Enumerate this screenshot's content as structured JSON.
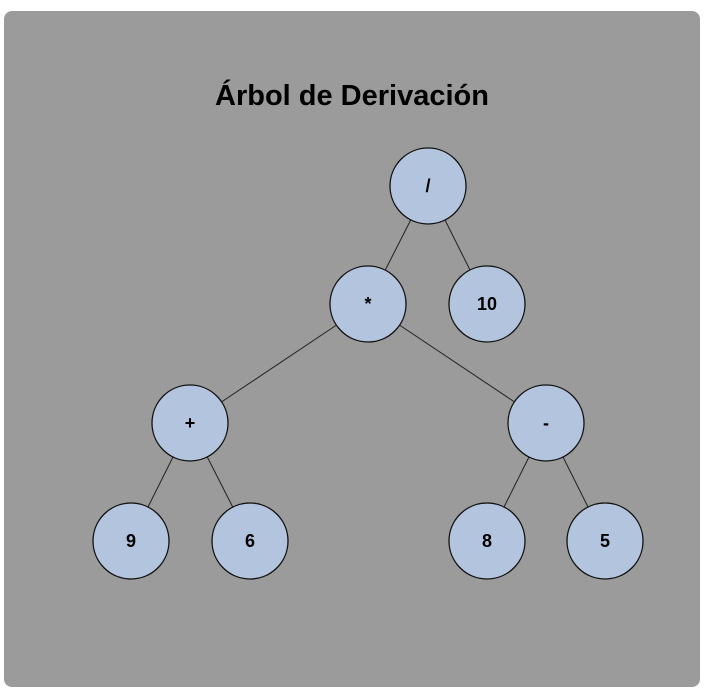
{
  "title": "Árbol de Derivación",
  "colors": {
    "panel": "#9b9b9b",
    "node_fill": "#b3c5de",
    "node_stroke": "#111111",
    "edge": "#222222"
  },
  "tree": {
    "nodes": [
      {
        "id": "div",
        "label": "/"
      },
      {
        "id": "mul",
        "label": "*"
      },
      {
        "id": "ten",
        "label": "10"
      },
      {
        "id": "plus",
        "label": "+"
      },
      {
        "id": "minus",
        "label": "-"
      },
      {
        "id": "nine",
        "label": "9"
      },
      {
        "id": "six",
        "label": "6"
      },
      {
        "id": "eight",
        "label": "8"
      },
      {
        "id": "five",
        "label": "5"
      }
    ],
    "edges": [
      [
        "div",
        "mul"
      ],
      [
        "div",
        "ten"
      ],
      [
        "mul",
        "plus"
      ],
      [
        "mul",
        "minus"
      ],
      [
        "plus",
        "nine"
      ],
      [
        "plus",
        "six"
      ],
      [
        "minus",
        "eight"
      ],
      [
        "minus",
        "five"
      ]
    ]
  }
}
